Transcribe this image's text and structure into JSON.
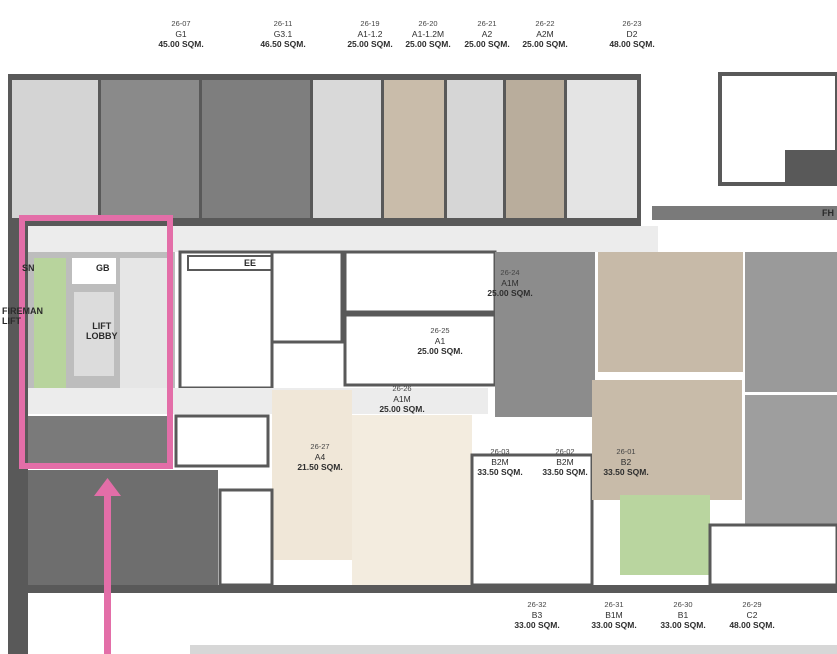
{
  "top_units": [
    {
      "num": "26-07",
      "type": "G1",
      "area": "45.00 SQM."
    },
    {
      "num": "26-11",
      "type": "G3.1",
      "area": "46.50 SQM."
    },
    {
      "num": "26-19",
      "type": "A1-1.2",
      "area": "25.00 SQM."
    },
    {
      "num": "26-20",
      "type": "A1-1.2M",
      "area": "25.00 SQM."
    },
    {
      "num": "26-21",
      "type": "A2",
      "area": "25.00 SQM."
    },
    {
      "num": "26-22",
      "type": "A2M",
      "area": "25.00 SQM."
    },
    {
      "num": "26-23",
      "type": "D2",
      "area": "48.00 SQM."
    }
  ],
  "middle_units": [
    {
      "num": "26-24",
      "type": "A1M",
      "area": "25.00 SQM."
    },
    {
      "num": "26-25",
      "type": "A1",
      "area": "25.00 SQM."
    },
    {
      "num": "26-26",
      "type": "A1M",
      "area": "25.00 SQM."
    },
    {
      "num": "26-27",
      "type": "A4",
      "area": "21.50 SQM."
    }
  ],
  "right_units": [
    {
      "num": "26-03",
      "type": "B2M",
      "area": "33.50 SQM."
    },
    {
      "num": "26-02",
      "type": "B2M",
      "area": "33.50 SQM."
    },
    {
      "num": "26-01",
      "type": "B2",
      "area": "33.50 SQM."
    }
  ],
  "bottom_units": [
    {
      "num": "26-32",
      "type": "B3",
      "area": "33.00 SQM."
    },
    {
      "num": "26-31",
      "type": "B1M",
      "area": "33.00 SQM."
    },
    {
      "num": "26-30",
      "type": "B1",
      "area": "33.00 SQM."
    },
    {
      "num": "26-29",
      "type": "C2",
      "area": "48.00 SQM."
    }
  ],
  "core": {
    "sn": "SN",
    "gb": "GB",
    "ee": "EE",
    "fireman_lift": "FIREMAN\nLIFT",
    "lift_lobby": "LIFT\nLOBBY",
    "fh": "FH"
  },
  "colors": {
    "wall": "#5a5a5a",
    "unit_grey": "#8c8c8c",
    "unit_light": "#d8d8d8",
    "unit_beige": "#cbbfae",
    "unit_cream": "#f1e9dc",
    "green": "#b9d59f",
    "corridor": "#ededed",
    "highlight": "#e36ea8"
  }
}
